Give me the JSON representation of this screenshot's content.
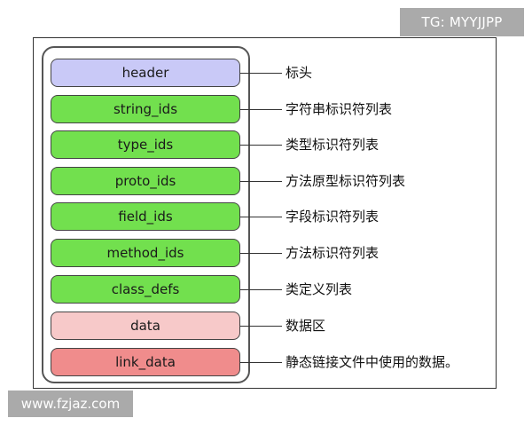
{
  "watermark_top": "TG: MYYJJPP",
  "watermark_bottom": "www.fzjaz.com",
  "sections": [
    {
      "name": "header",
      "description": "标头",
      "color": "#c9c9f7"
    },
    {
      "name": "string_ids",
      "description": "字符串标识符列表",
      "color": "#72e04e"
    },
    {
      "name": "type_ids",
      "description": "类型标识符列表",
      "color": "#72e04e"
    },
    {
      "name": "proto_ids",
      "description": "方法原型标识符列表",
      "color": "#72e04e"
    },
    {
      "name": "field_ids",
      "description": "字段标识符列表",
      "color": "#72e04e"
    },
    {
      "name": "method_ids",
      "description": "方法标识符列表",
      "color": "#72e04e"
    },
    {
      "name": "class_defs",
      "description": "类定义列表",
      "color": "#72e04e"
    },
    {
      "name": "data",
      "description": "数据区",
      "color": "#f7c9c9"
    },
    {
      "name": "link_data",
      "description": "静态链接文件中使用的数据。",
      "color": "#f08c8c"
    }
  ]
}
